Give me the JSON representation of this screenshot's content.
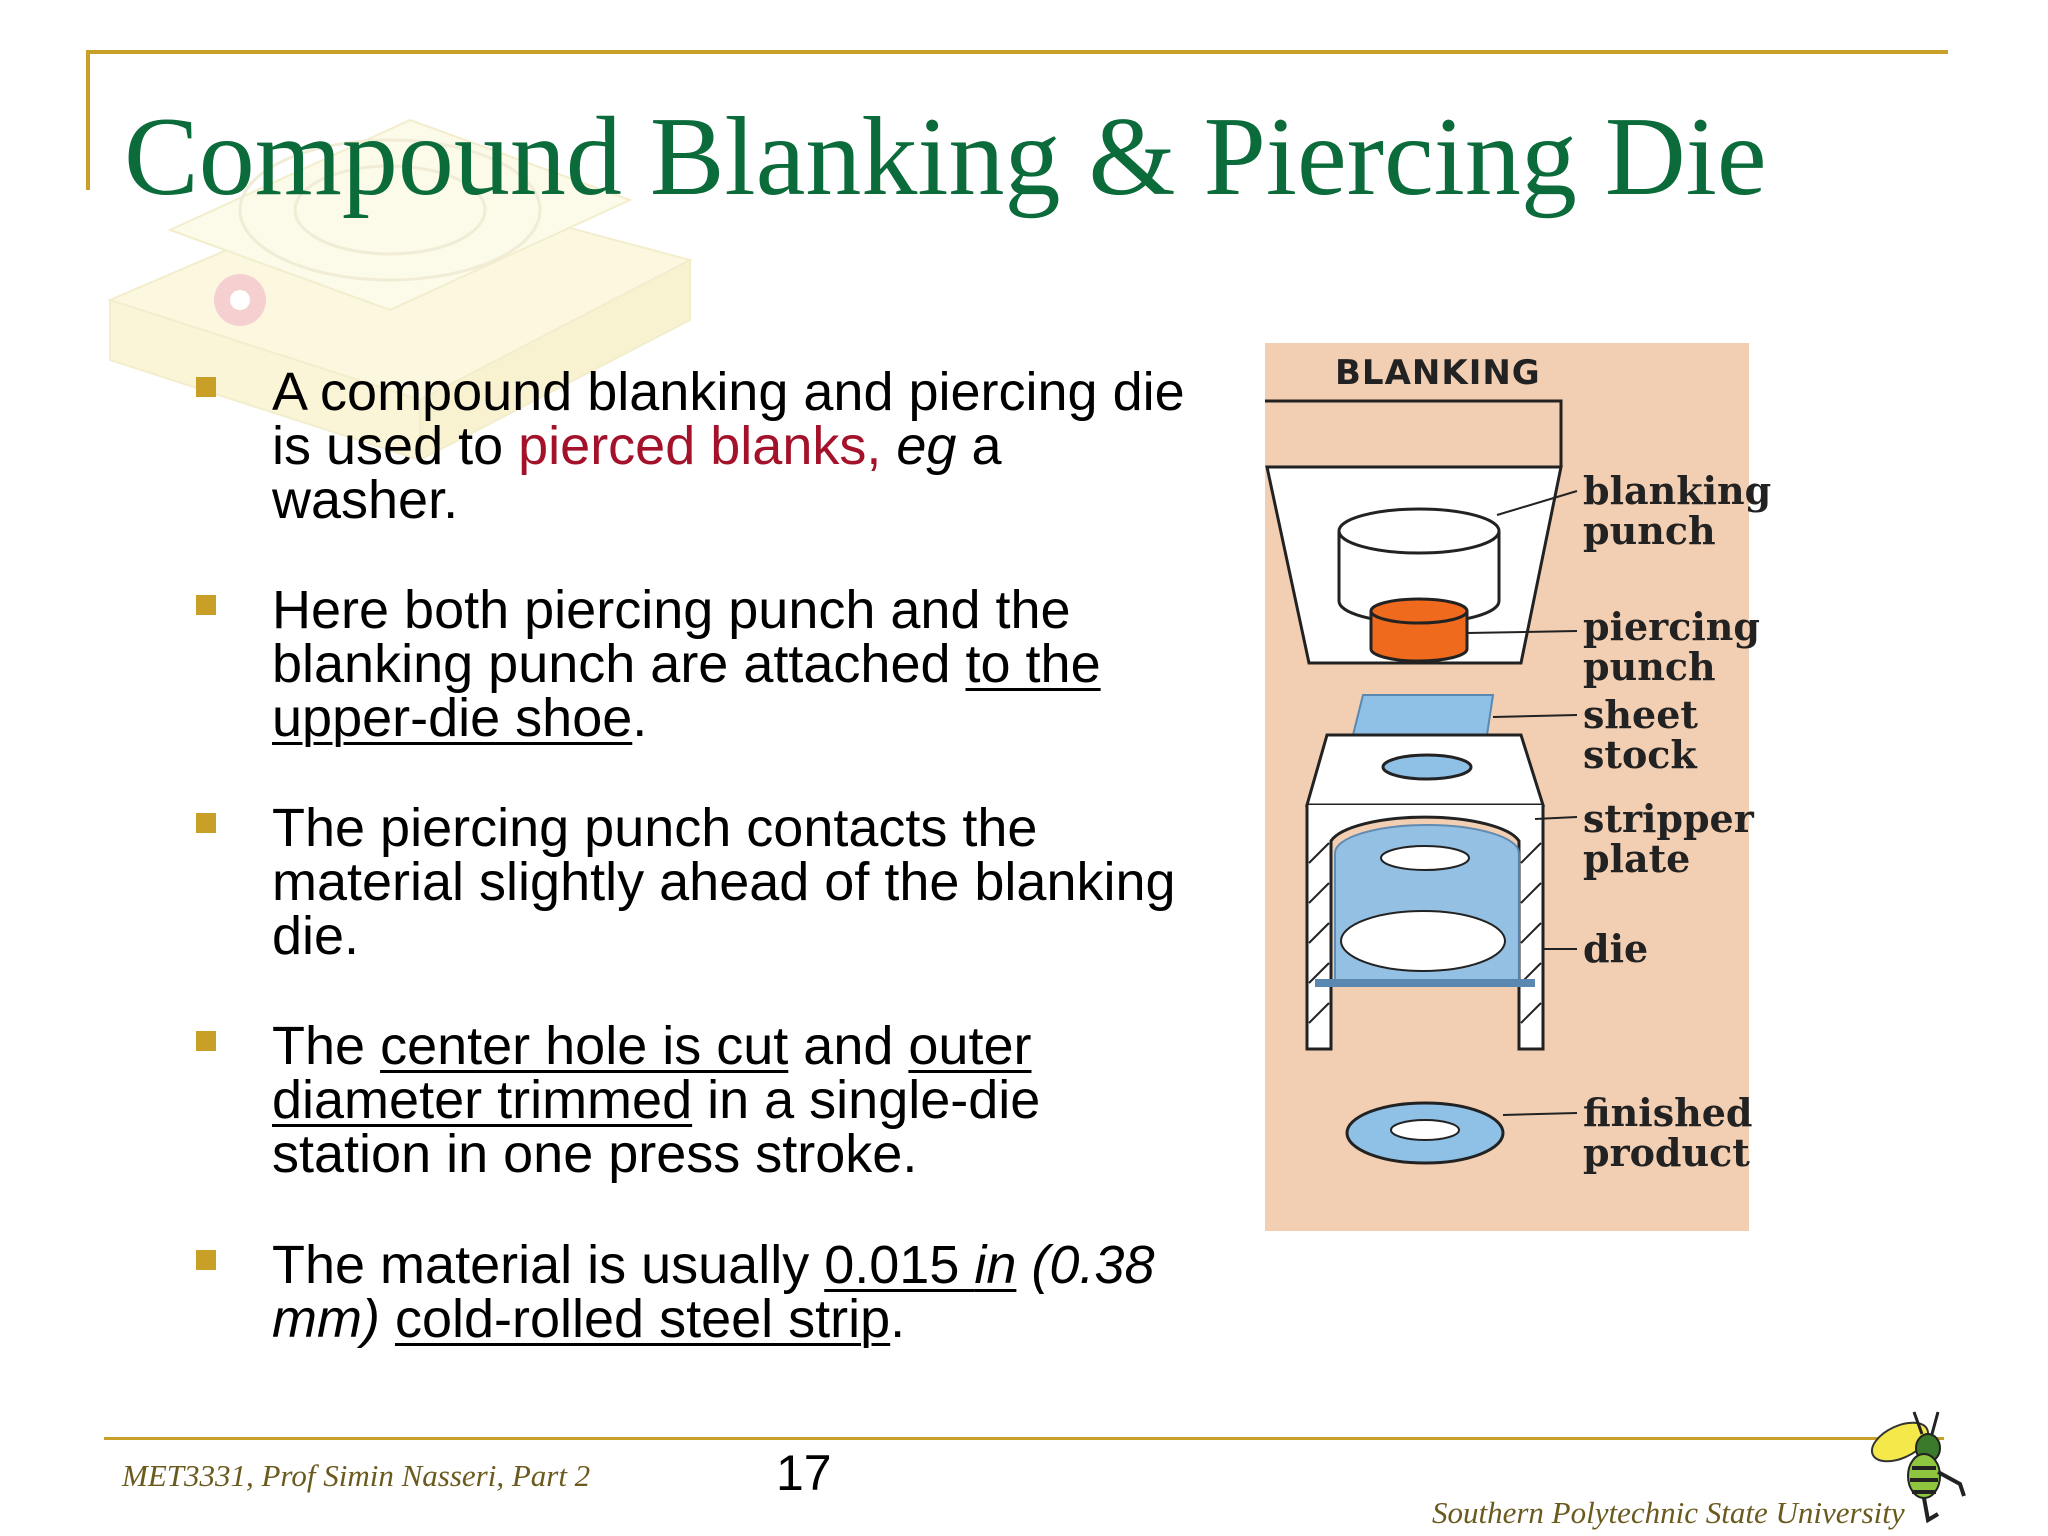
{
  "title": "Compound Blanking & Piercing Die",
  "bullets": [
    {
      "parts": [
        "A compound blanking and piercing die is used to ",
        "pierced blanks,",
        " ",
        "eg",
        "  a washer."
      ]
    },
    {
      "parts": [
        "Here both piercing punch and the blanking punch are attached ",
        "to the upper-die shoe",
        "."
      ]
    },
    {
      "parts": [
        "The piercing punch contacts the material slightly ahead of the blanking die."
      ]
    },
    {
      "parts": [
        "The ",
        "center hole is cut",
        " and ",
        "outer diameter trimmed",
        " in a single-die station in one press stroke."
      ]
    },
    {
      "parts": [
        "The material is usually ",
        "0.015 ",
        "in",
        " ",
        "(0.38 mm)",
        " ",
        "cold-rolled steel strip",
        "."
      ]
    }
  ],
  "figure": {
    "title": "BLANKING",
    "labels": {
      "blanking_punch": "blanking\npunch",
      "piercing_punch": "piercing\npunch",
      "sheet_stock": "sheet\nstock",
      "stripper_plate": "stripper\nplate",
      "die": "die",
      "finished_product": "finished\nproduct"
    },
    "colors": {
      "background": "#f2cfb3",
      "punch": "#f06a1e",
      "stock": "#8fc0e6"
    }
  },
  "footer": {
    "left": "MET3331, Prof Simin Nasseri, Part 2",
    "page_number": "17",
    "right": "Southern Polytechnic State University"
  },
  "colors": {
    "title": "#0b6b3a",
    "accent": "#c8a028",
    "highlight": "#a3122a"
  }
}
